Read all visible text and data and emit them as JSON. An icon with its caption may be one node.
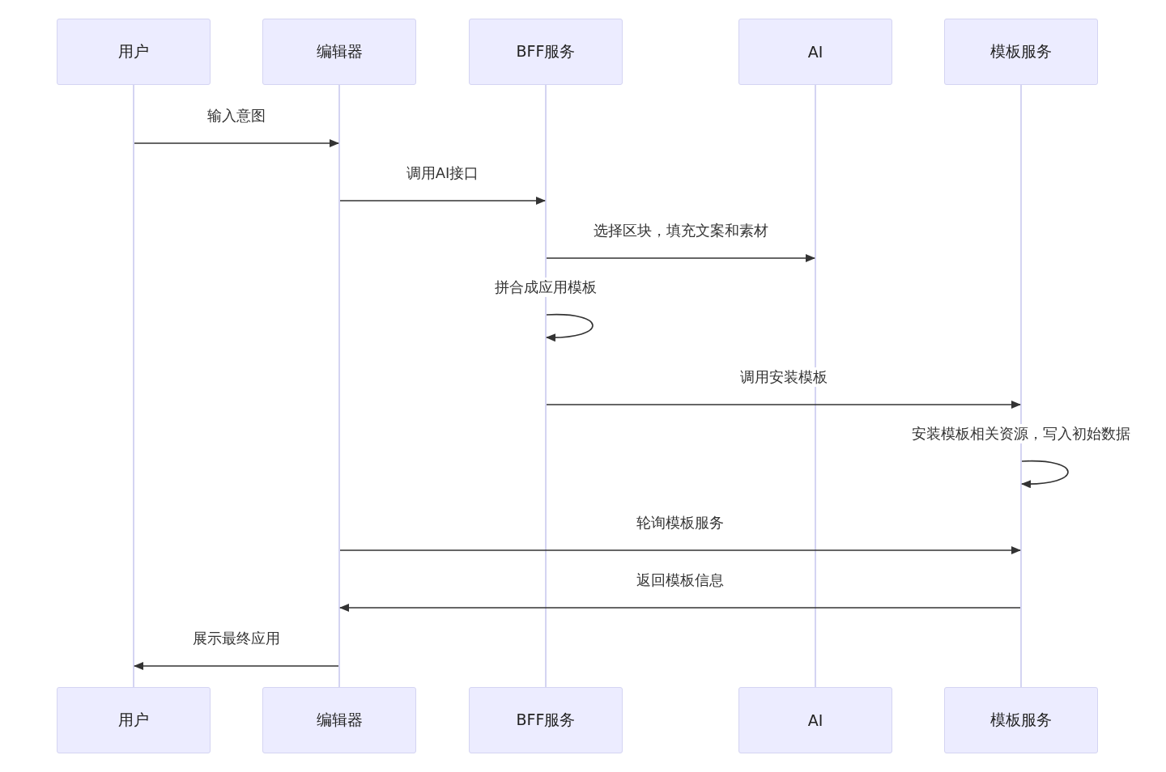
{
  "diagram": {
    "nodes": [
      {
        "text": [
          "用户"
        ]
      },
      {
        "text": [
          "编辑器"
        ]
      },
      {
        "text": [
          "BFF服务"
        ]
      },
      {
        "text": [
          "AI"
        ]
      },
      {
        "text": [
          "模板服务"
        ]
      },
      {
        "text": [],
        "shape": "bar"
      },
      {
        "text": [],
        "shape": "bar"
      },
      {
        "text": [],
        "shape": "bar"
      },
      {
        "text": [],
        "shape": "bar"
      },
      {
        "text": [],
        "shape": "bar"
      },
      {
        "text": [
          "用户"
        ]
      },
      {
        "text": [
          "编辑器"
        ]
      },
      {
        "text": [
          "BFF服务"
        ]
      },
      {
        "text": [
          "AI"
        ]
      },
      {
        "text": [
          "模板服务"
        ]
      }
    ],
    "edges": [
      {
        "from": 5,
        "to": 6,
        "arrow": "to",
        "label": "输入意图"
      },
      {
        "from": 6,
        "to": 7,
        "arrow": "to",
        "label": "调用AI接口"
      },
      {
        "from": 7,
        "to": 8,
        "arrow": "to",
        "label": "选择区块，填充文案和素材"
      },
      {
        "from": 7,
        "to": 7,
        "arrow": "to",
        "label": "拼合成应用模板"
      },
      {
        "from": 7,
        "to": 9,
        "arrow": "to",
        "label": "调用安装模板"
      },
      {
        "from": 9,
        "to": 9,
        "arrow": "to",
        "label": "安装模板相关资源，写入初始数据"
      },
      {
        "from": 6,
        "to": 9,
        "arrow": "to",
        "label": "轮询模板服务"
      },
      {
        "from": 9,
        "to": 6,
        "arrow": "to",
        "label": "返回模板信息"
      },
      {
        "from": 6,
        "to": 5,
        "arrow": "to",
        "label": "展示最终应用"
      }
    ]
  }
}
